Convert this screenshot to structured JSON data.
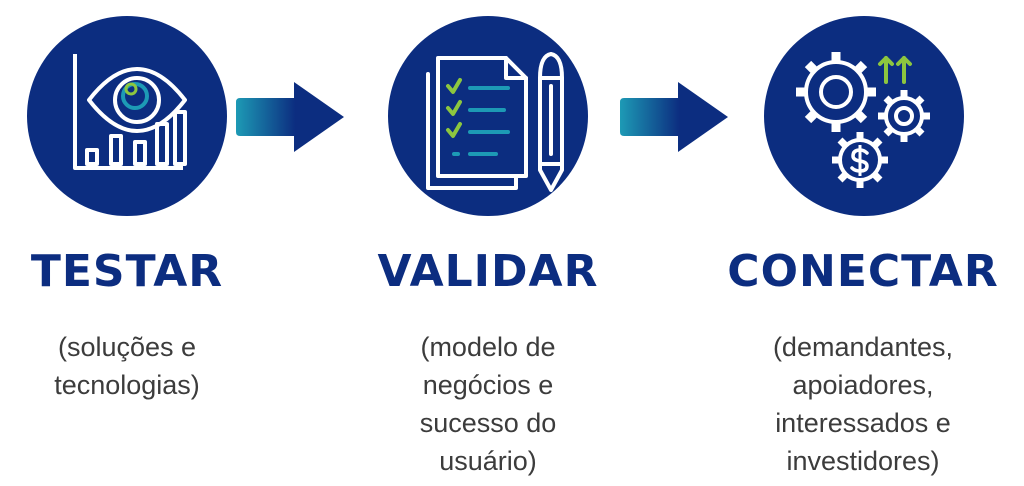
{
  "colors": {
    "navy": "#0c2d80",
    "teal": "#1d9ab5",
    "green": "#8dc63f",
    "text": "#3c3c3c"
  },
  "steps": [
    {
      "title": "TESTAR",
      "icon": "eye-chart-icon",
      "desc": [
        "(soluções e",
        "tecnologias)"
      ]
    },
    {
      "title": "VALIDAR",
      "icon": "checklist-pen-icon",
      "desc": [
        "(modelo de",
        "negócios e",
        "sucesso do",
        "usuário)"
      ]
    },
    {
      "title": "CONECTAR",
      "icon": "gears-dollar-icon",
      "desc": [
        "(demandantes,",
        "apoiadores,",
        "interessados e",
        "investidores)"
      ]
    }
  ]
}
